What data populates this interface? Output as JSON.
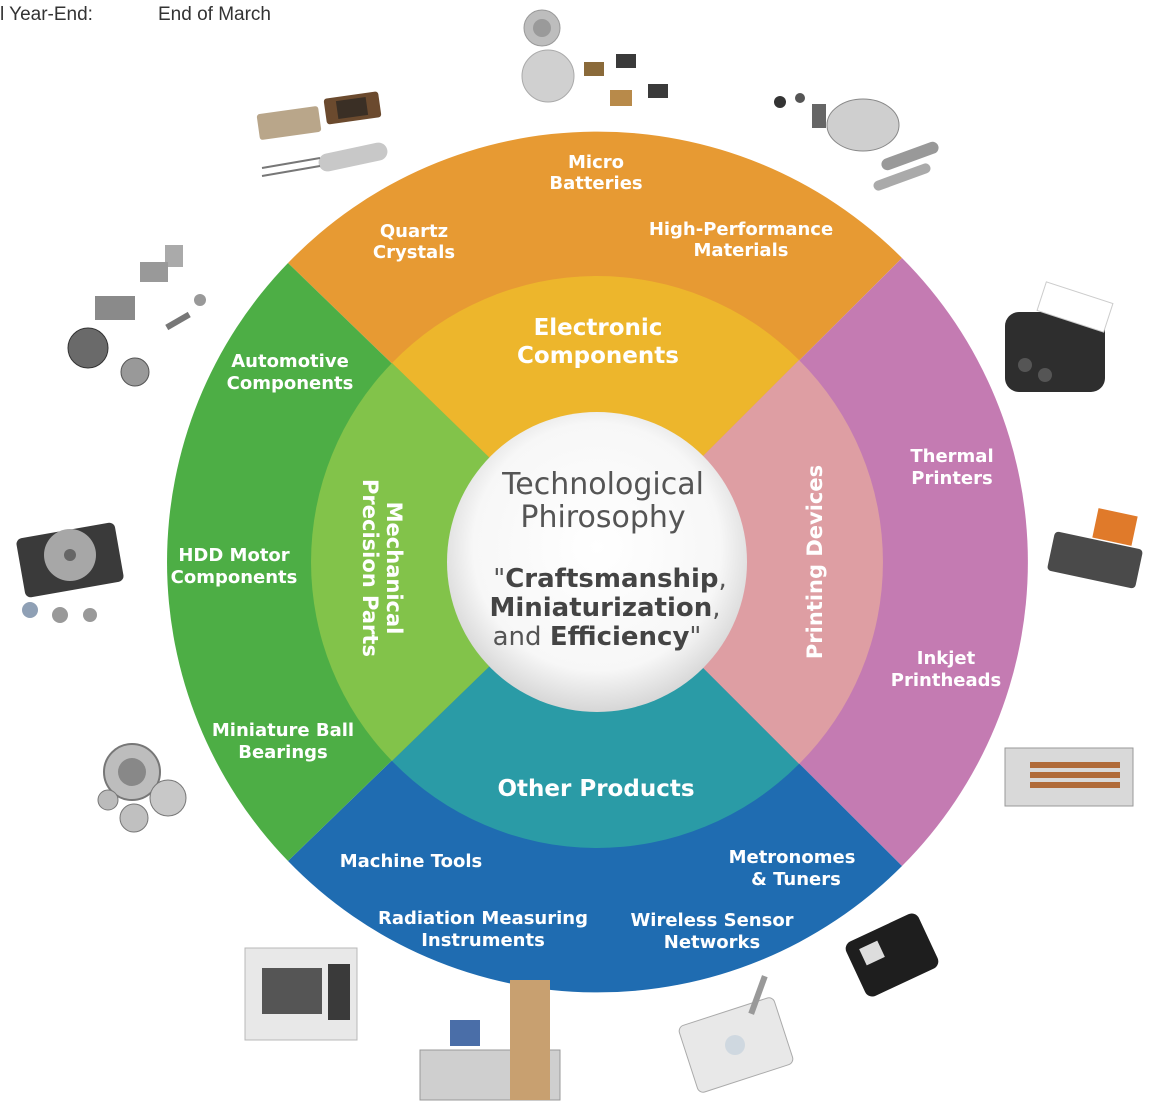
{
  "header": {
    "label": "l Year-End:",
    "value": "End of March"
  },
  "center": {
    "line1": "Technological",
    "line2": "Phirosophy",
    "quote_open": "\"",
    "word1": "Craftsmanship",
    "comma1": ",",
    "word2": "Miniaturization",
    "comma2": ",",
    "and": "and ",
    "word3": "Efficiency",
    "quote_close": "\""
  },
  "categories": {
    "electronic": {
      "line1": "Electronic",
      "line2": "Components",
      "color": "#EDB62C"
    },
    "printing": {
      "label": "Printing Devices",
      "color": "#DE9EA3"
    },
    "other": {
      "label": "Other Products",
      "color": "#2A9BA6"
    },
    "mechanical": {
      "line1": "Mechanical",
      "line2": "Precision Parts",
      "color": "#82C34A"
    }
  },
  "segments": {
    "orange": {
      "color": "#E79A33",
      "quartz": [
        "Quartz",
        "Crystals"
      ],
      "micro": [
        "Micro",
        "Batteries"
      ],
      "highperf": [
        "High-Performance",
        "Materials"
      ]
    },
    "pink": {
      "color": "#C47BB2",
      "thermal": [
        "Thermal",
        "Printers"
      ],
      "inkjet": [
        "Inkjet",
        "Printheads"
      ]
    },
    "blue": {
      "color": "#1F6CB1",
      "machine": [
        "Machine Tools"
      ],
      "radiation": [
        "Radiation Measuring",
        "Instruments"
      ],
      "wireless": [
        "Wireless Sensor",
        "Networks"
      ],
      "metronomes": [
        "Metronomes",
        "& Tuners"
      ]
    },
    "green": {
      "color": "#4DAE45",
      "automotive": [
        "Automotive",
        "Components"
      ],
      "hdd": [
        "HDD Motor",
        "Components"
      ],
      "bearings": [
        "Miniature Ball",
        "Bearings"
      ]
    }
  }
}
